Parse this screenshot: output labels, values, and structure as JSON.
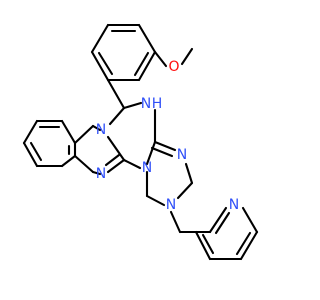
{
  "molecule": {
    "atoms": {
      "methoxy_o": {
        "label": "O",
        "color": "#ff0d0d"
      },
      "nh": {
        "label": "N",
        "color": "#3050f8"
      },
      "nh_h": {
        "label": "H",
        "color": "#3050f8"
      },
      "imine_n": {
        "label": "N",
        "color": "#3050f8"
      },
      "benzimidazole_n1": {
        "label": "N",
        "color": "#3050f8"
      },
      "benzimidazole_n3": {
        "label": "N",
        "color": "#3050f8"
      },
      "ring_n4": {
        "label": "N",
        "color": "#3050f8"
      },
      "amine_n": {
        "label": "N",
        "color": "#3050f8"
      },
      "pyridine_n": {
        "label": "N",
        "color": "#3050f8"
      }
    },
    "colors": {
      "carbon_bond": "#000000",
      "nitrogen": "#3050f8",
      "oxygen": "#ff0d0d",
      "background": "#ffffff"
    }
  }
}
